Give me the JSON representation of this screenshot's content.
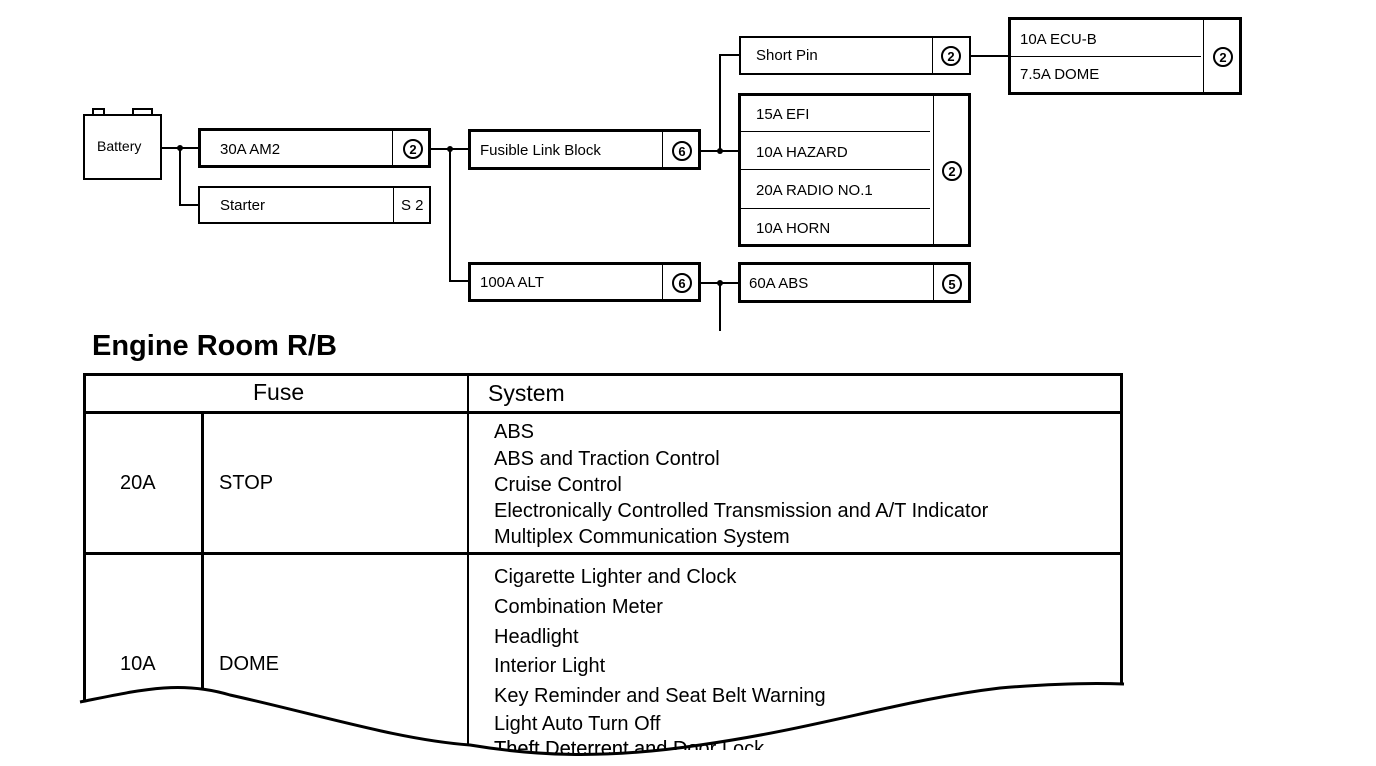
{
  "diagram": {
    "battery": {
      "label": "Battery"
    },
    "blocks": [
      {
        "id": "am2",
        "label": "30A AM2",
        "marker": "2"
      },
      {
        "id": "starter",
        "label": "Starter",
        "marker": "S 2"
      },
      {
        "id": "fusible",
        "label": "Fusible Link Block",
        "marker": "6"
      },
      {
        "id": "alt",
        "label": "100A ALT",
        "marker": "6"
      },
      {
        "id": "shortpin",
        "label": "Short Pin",
        "marker": "2"
      },
      {
        "id": "abs",
        "label": "60A ABS",
        "marker": "5"
      }
    ],
    "ecu_group": {
      "rows": [
        "10A ECU-B",
        "7.5A DOME"
      ],
      "marker": "2"
    },
    "fuse_group": {
      "rows": [
        "15A EFI",
        "10A HAZARD",
        "20A RADIO NO.1",
        "10A HORN"
      ],
      "marker": "2"
    }
  },
  "section": {
    "title": "Engine Room R/B"
  },
  "table": {
    "headers": {
      "fuse": "Fuse",
      "system": "System"
    },
    "rows": [
      {
        "amp": "20A",
        "name": "STOP",
        "systems": [
          "ABS",
          "ABS and Traction Control",
          "Cruise Control",
          "Electronically Controlled Transmission and A/T Indicator",
          "Multiplex Communication System"
        ]
      },
      {
        "amp": "10A",
        "name": "DOME",
        "systems": [
          "Cigarette Lighter and Clock",
          "Combination Meter",
          "Headlight",
          "Interior Light",
          "Key Reminder and Seat Belt Warning",
          "Light Auto Turn Off",
          "Theft Deterrent and Door Lock"
        ]
      }
    ]
  }
}
